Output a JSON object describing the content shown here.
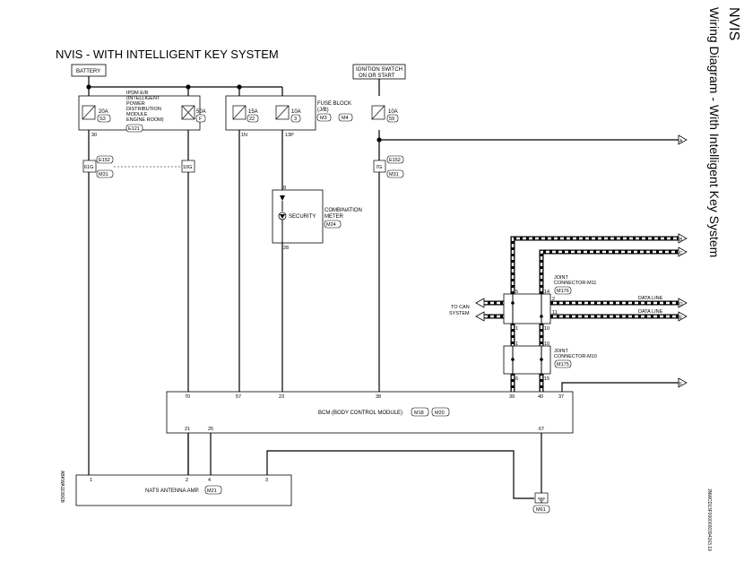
{
  "title": "NVIS - WITH INTELLIGENT KEY SYSTEM",
  "side_title": "NVIS",
  "side_subtitle": "Wiring Diagram - With Intelligent Key System",
  "side_code": "JNWCD13F0000000394163.19",
  "left_code": "ABKWA1199GB",
  "battery": "BATTERY",
  "ignition": [
    "IGNITION SWITCH",
    "ON OR START"
  ],
  "ipdm": {
    "label": [
      "IPDM E/R",
      "(INTELLIGENT",
      "POWER",
      "DISTRIBUTION",
      "MODULE",
      "ENGINE ROOM)"
    ],
    "connector": "E121",
    "fuse1": [
      "20A",
      "S3"
    ],
    "fuse2": [
      "50A",
      "F"
    ],
    "pin1": "30",
    "pin2": "10G"
  },
  "fuse_block": {
    "label": [
      "FUSE BLOCK",
      "(J/B)"
    ],
    "connectors": [
      "M3",
      "M4"
    ],
    "fuse1": [
      "15A",
      "22"
    ],
    "fuse2": [
      "10A",
      "3"
    ],
    "pin1": "1N",
    "pin2": "13P"
  },
  "ign_fuse": [
    "10A",
    "59"
  ],
  "junction1": {
    "pin": "61G",
    "connectors": [
      "E152",
      "M31"
    ]
  },
  "junction2": {
    "pin": "7G",
    "connectors": [
      "E152",
      "M31"
    ]
  },
  "combination_meter": {
    "label": [
      "COMBINATION",
      "METER"
    ],
    "connector": "M24",
    "indicator": "SECURITY",
    "pin_top": "8",
    "pin_bottom": "28"
  },
  "joint_m11": {
    "label": [
      "JOINT",
      "CONNECTOR-M11"
    ],
    "connector": "M176",
    "pins": [
      "5",
      "14",
      "2",
      "11",
      "1",
      "10"
    ]
  },
  "joint_m10": {
    "label": [
      "JOINT",
      "CONNECTOR-M10"
    ],
    "connector": "M175",
    "pins": [
      "1",
      "10",
      "6",
      "15"
    ]
  },
  "to_can": [
    "TO CAN",
    "SYSTEM"
  ],
  "data_line": "DATA LINE",
  "bcm": {
    "label": "BCM (BODY CONTROL MODULE)",
    "connectors": [
      "M18",
      "M20"
    ],
    "pins_top": [
      "70",
      "57",
      "23",
      "38",
      "39",
      "40",
      "37"
    ],
    "pins_bottom": [
      "21",
      "25",
      "67"
    ]
  },
  "nats": {
    "label": "NATS ANTENNA AMP.",
    "connector": "M21",
    "pins": [
      "1",
      "2",
      "4",
      "3"
    ]
  },
  "ground": "M61",
  "offpage": [
    "A",
    "B",
    "C",
    "D",
    "E",
    "F"
  ]
}
